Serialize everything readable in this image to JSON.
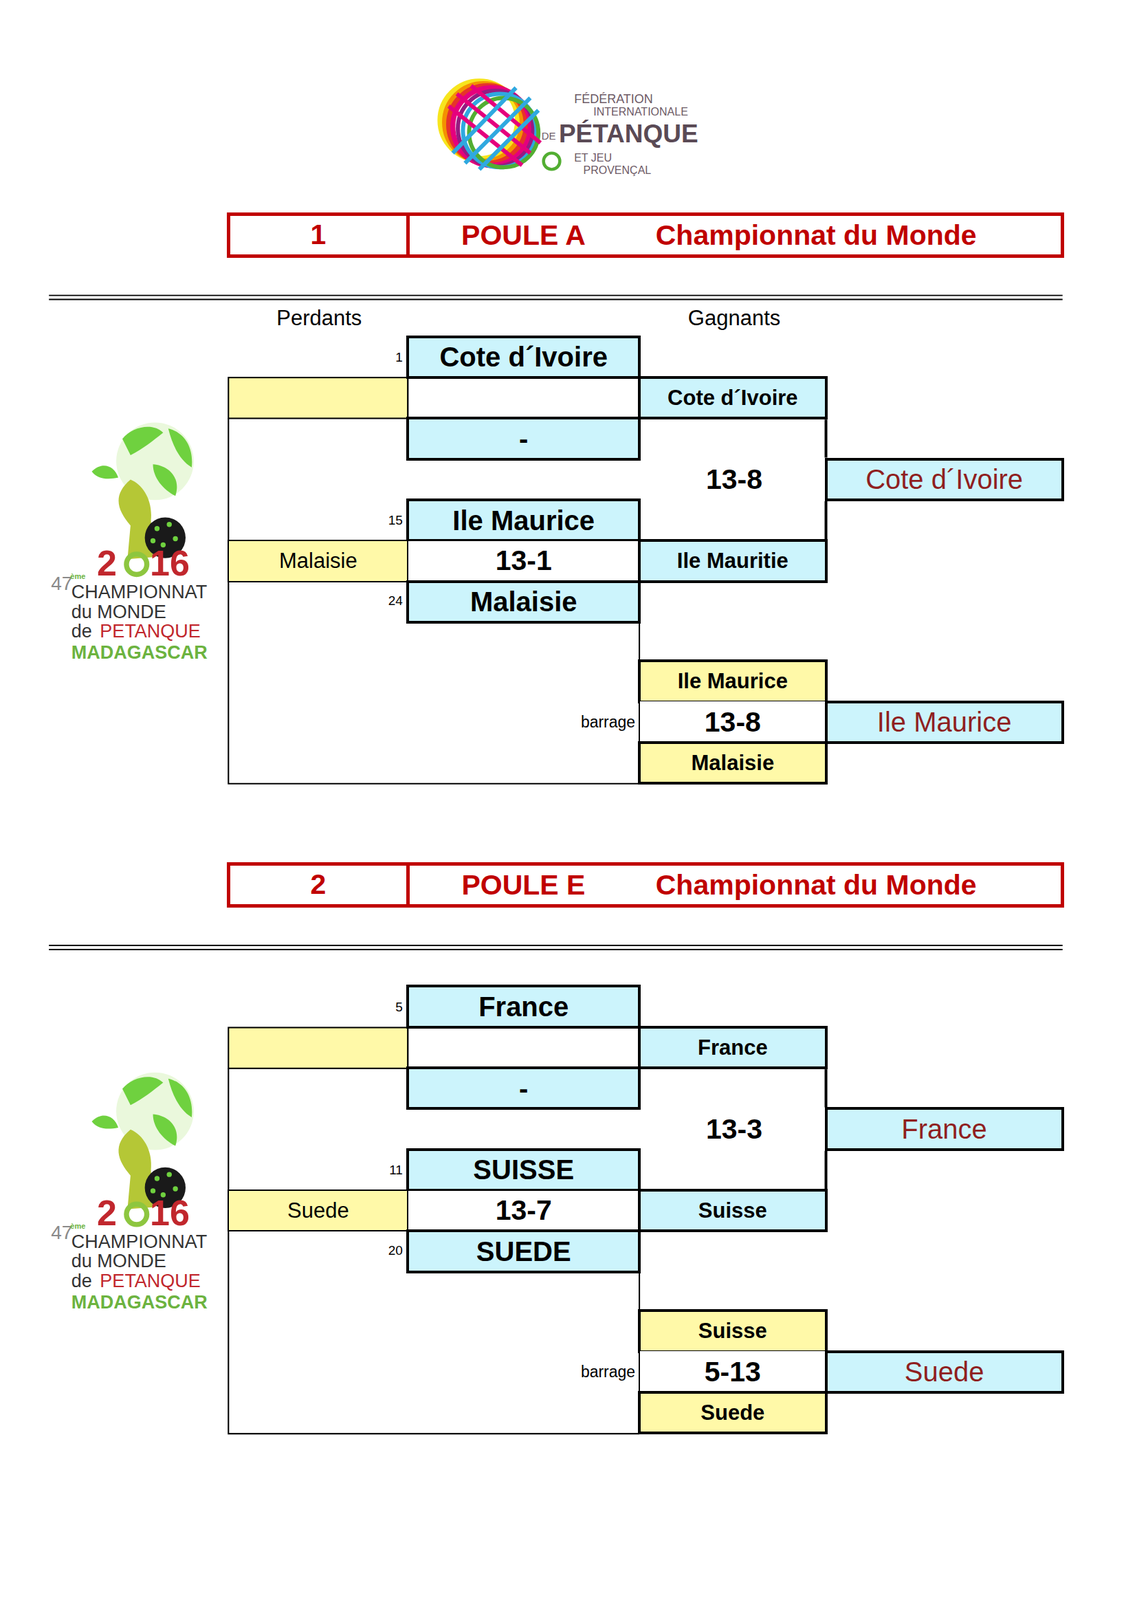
{
  "diagram": {
    "nodes": [
      {
        "text": [
          "1"
        ]
      },
      {
        "text": [
          "POULE A",
          "Championnat du Monde"
        ]
      },
      {
        "text": [
          "Cote d´Ivoire"
        ]
      },
      {
        "text": [
          "Cote d´Ivoire"
        ]
      },
      {
        "text": [
          "-"
        ]
      },
      {
        "text": [
          "Cote d´Ivoire"
        ]
      },
      {
        "text": [
          "Ile Maurice"
        ]
      },
      {
        "text": [
          "Malaisie"
        ]
      },
      {
        "text": [
          "13-1"
        ]
      },
      {
        "text": [
          "Ile Mauritie"
        ]
      },
      {
        "text": [
          "Malaisie"
        ]
      },
      {
        "text": [
          "Ile Maurice"
        ]
      },
      {
        "text": [
          "13-8"
        ]
      },
      {
        "text": [
          "Ile Maurice"
        ]
      },
      {
        "text": [
          "Malaisie"
        ]
      },
      {
        "text": [
          "2"
        ]
      },
      {
        "text": [
          "POULE E",
          "Championnat du Monde"
        ]
      },
      {
        "text": [
          "France"
        ]
      },
      {
        "text": [
          "France"
        ]
      },
      {
        "text": [
          "-"
        ]
      },
      {
        "text": [
          "France"
        ]
      },
      {
        "text": [
          "SUISSE"
        ]
      },
      {
        "text": [
          "Suede"
        ]
      },
      {
        "text": [
          "13-7"
        ]
      },
      {
        "text": [
          "Suisse"
        ]
      },
      {
        "text": [
          "SUEDE"
        ]
      },
      {
        "text": [
          "Suisse"
        ]
      },
      {
        "text": [
          "5-13"
        ]
      },
      {
        "text": [
          "Suede"
        ]
      },
      {
        "text": [
          "Suede"
        ]
      }
    ],
    "edges": [
      {
        "from": 3,
        "to": 5,
        "arrow": "none"
      },
      {
        "from": 9,
        "to": 5,
        "arrow": "none"
      },
      {
        "from": 18,
        "to": 20,
        "arrow": "none"
      },
      {
        "from": 24,
        "to": 20,
        "arrow": "none"
      }
    ],
    "labels": [
      "FÉDÉRATION",
      "INTERNATIONALE",
      "DE",
      "PÉTANQUE",
      "ET JEU",
      "PROVENÇAL",
      "Perdants",
      "Gagnants",
      "1",
      "13-8",
      "47",
      "ème",
      "2",
      "16",
      "CHAMPIONNAT",
      "du MONDE",
      "de",
      "PETANQUE",
      "MADAGASCAR",
      "15",
      "24",
      "barrage",
      "5",
      "13-3",
      "47",
      "ème",
      "2",
      "16",
      "CHAMPIONNAT",
      "du MONDE",
      "de",
      "PETANQUE",
      "MADAGASCAR",
      "11",
      "20",
      "barrage"
    ]
  }
}
